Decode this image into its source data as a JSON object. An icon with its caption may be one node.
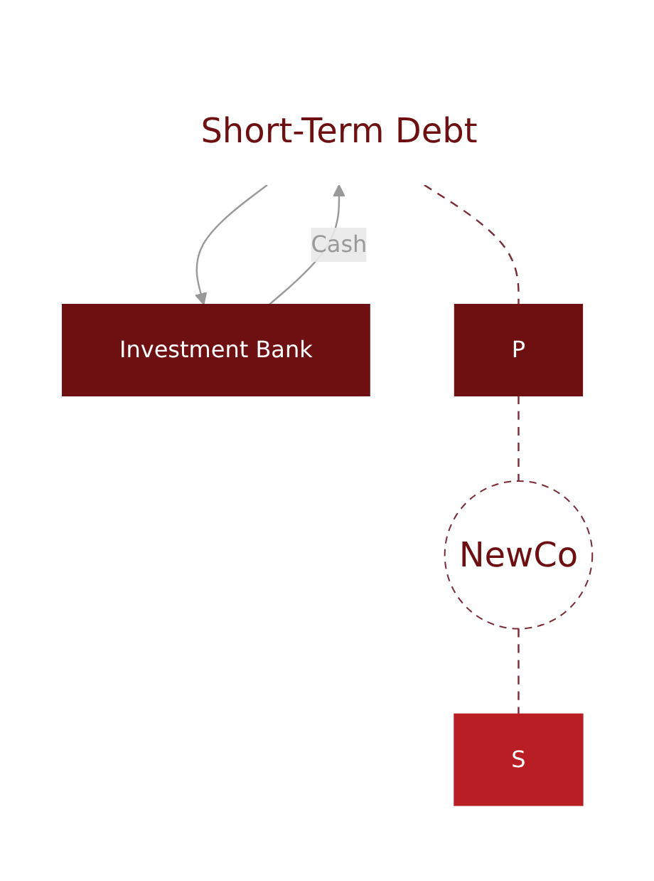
{
  "diagram": {
    "nodes": [
      {
        "text": [
          "Short-Term Debt"
        ]
      },
      {
        "text": [
          "Investment Bank"
        ]
      },
      {
        "text": [
          "P"
        ]
      },
      {
        "text": [
          "NewCo"
        ]
      },
      {
        "text": [
          "S"
        ]
      }
    ],
    "edges": [
      {
        "from": 0,
        "to": 1,
        "arrow": "to",
        "color": "#999999"
      },
      {
        "from": 1,
        "to": 0,
        "arrow": "to",
        "label": "Cash",
        "color": "#999999"
      },
      {
        "from": 0,
        "to": 2,
        "arrow": "none",
        "style": "dashed"
      },
      {
        "from": 2,
        "to": 3,
        "arrow": "none",
        "style": "dashed"
      },
      {
        "from": 3,
        "to": 4,
        "arrow": "none",
        "style": "dashed"
      }
    ]
  }
}
